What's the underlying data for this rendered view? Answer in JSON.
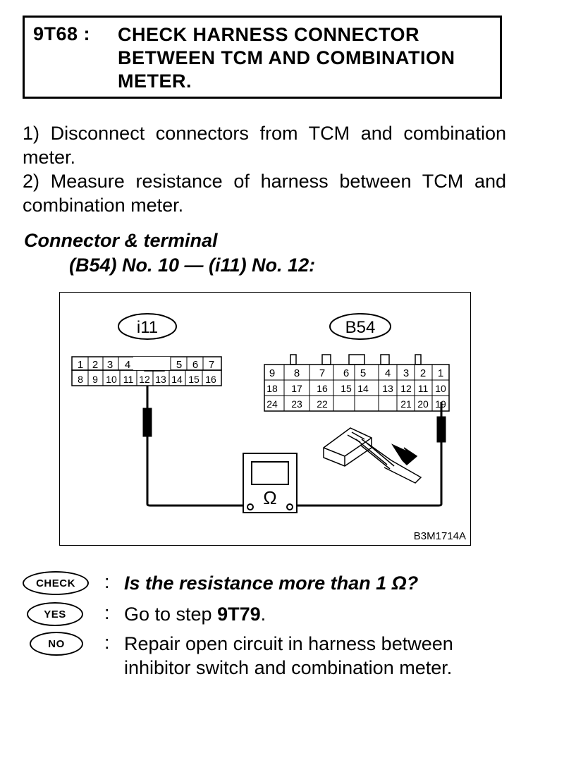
{
  "header": {
    "step_id": "9T68 :",
    "title": "CHECK HARNESS CONNECTOR BETWEEN TCM AND COMBINATION METER."
  },
  "instructions": [
    "1) Disconnect connectors from TCM and combination meter.",
    "2) Measure resistance of harness between TCM and combination meter."
  ],
  "connector": {
    "heading": "Connector & terminal",
    "spec": "(B54) No. 10 — (i11) No. 12:"
  },
  "diagram": {
    "left_connector_label": "i11",
    "right_connector_label": "B54",
    "left_pins_top": [
      "1",
      "2",
      "3",
      "4",
      "5",
      "6",
      "7"
    ],
    "left_pins_bottom": [
      "8",
      "9",
      "10",
      "11",
      "12",
      "13",
      "14",
      "15",
      "16"
    ],
    "right_pins_row1": [
      "9",
      "8",
      "7",
      "6",
      "5",
      "4",
      "3",
      "2",
      "1"
    ],
    "right_pins_row2": [
      "18",
      "17",
      "16",
      "15",
      "14",
      "13",
      "12",
      "11",
      "10"
    ],
    "right_pins_row3": [
      "24",
      "23",
      "22",
      "21",
      "20",
      "19"
    ],
    "meter_symbol": "Ω",
    "figure_code": "B3M1714A"
  },
  "check": {
    "badge": "CHECK",
    "colon": ":",
    "question": "Is the resistance more than 1 Ω?"
  },
  "yes": {
    "badge": "YES",
    "colon": ":",
    "text_prefix": "Go to step ",
    "step_ref": "9T79",
    "text_suffix": "."
  },
  "no": {
    "badge": "NO",
    "colon": ":",
    "text": "Repair open circuit in harness between inhibitor switch and combination meter."
  }
}
